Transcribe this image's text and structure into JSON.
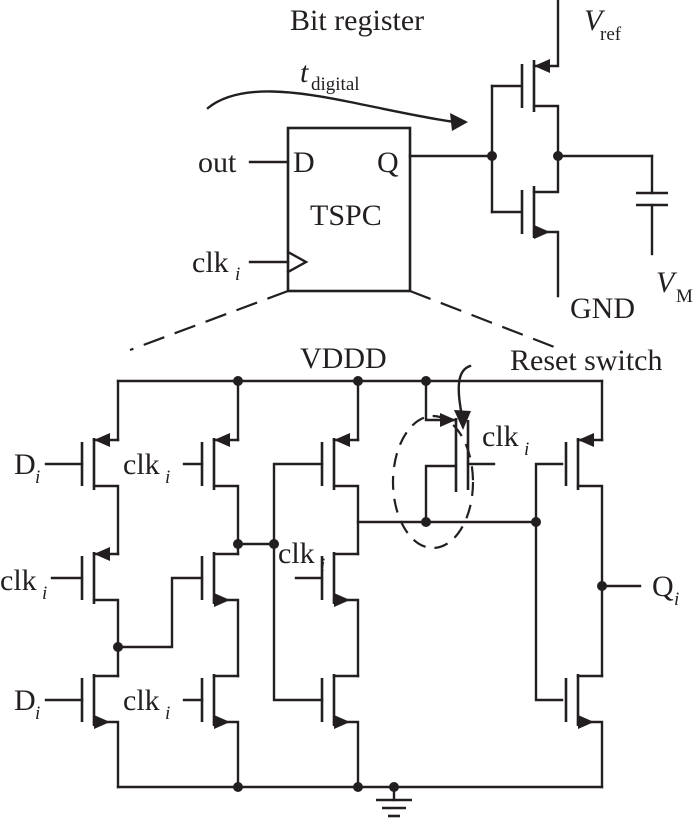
{
  "labels": {
    "bit_register": "Bit register",
    "t_main": "t",
    "t_sub": "digital",
    "vref_main": "V",
    "vref_sub": "ref",
    "out": "out",
    "d_pin": "D",
    "q_pin": "Q",
    "tspc": "TSPC",
    "clk_main": "clk",
    "clk_sub": "i",
    "gnd": "GND",
    "vm_main": "V",
    "vm_sub": "M",
    "vddd": "VDDD",
    "reset_switch": "Reset switch",
    "d_main": "D",
    "d_sub": "i",
    "q_main": "Q",
    "q_sub": "i"
  },
  "colors": {
    "ink": "#231f20",
    "background": "#ffffff"
  }
}
